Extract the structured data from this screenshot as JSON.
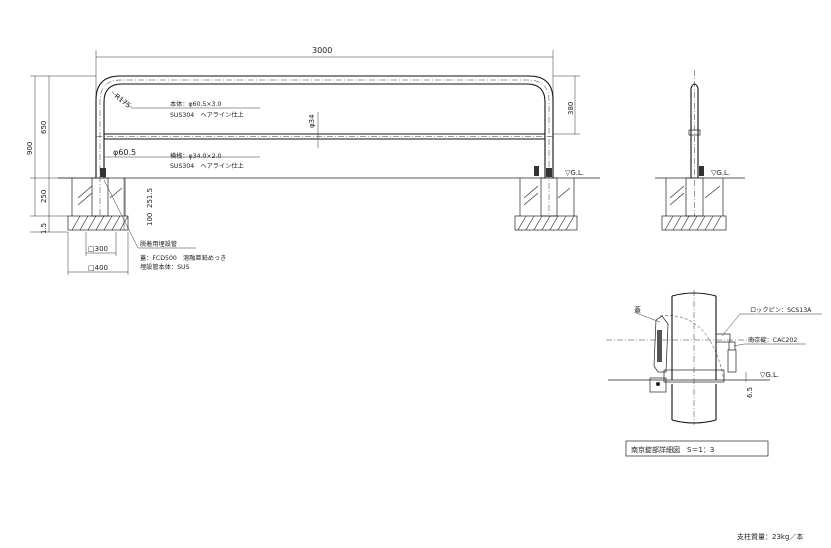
{
  "dimensions": {
    "total_width": "3000",
    "height_total": "900",
    "height_above": "650",
    "height_below": "250",
    "height_small": "1.5",
    "bend_height": "380",
    "radius": "R175",
    "pipe_dia": "φ60.5",
    "rail_dia": "φ34",
    "embed_depth": "251.5",
    "embed_100": "100",
    "base_300": "□300",
    "base_400": "□400",
    "gap_65": "6.5"
  },
  "labels": {
    "main_body": "本体：φ60.5×3.0",
    "main_body_material": "SUS304　ヘアライン仕上",
    "cross_bar": "横桟：φ34.0×2.0",
    "cross_bar_material": "SUS304　ヘアライン仕上",
    "embed_title": "脱着用埋設管",
    "embed_lid": "蓋：FCD500　溶融亜鉛めっき",
    "embed_body": "埋設管本体：SUS",
    "gl_front": "▽G.L.",
    "gl_side": "▽G.L.",
    "gl_detail": "▽G.L.",
    "lid": "蓋",
    "lock_pin": "ロックピン：SCS13A",
    "lock": "南京錠：CAC202",
    "detail_title": "南京錠部詳細図　S＝1：3",
    "weight": "支柱質量：23kg／本"
  }
}
